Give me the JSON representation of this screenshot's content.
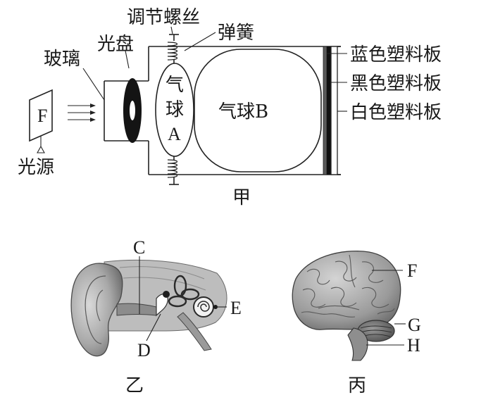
{
  "figure_a": {
    "label": "甲",
    "parts": {
      "adjust_screw": "调节螺丝",
      "spring": "弹簧",
      "glass": "玻璃",
      "disc": "光盘",
      "light_source": "光源",
      "light_letter": "F",
      "balloon_a_char1": "气",
      "balloon_a_char2": "球",
      "balloon_a_char3": "A",
      "balloon_b": "气球B",
      "blue_plate": "蓝色塑料板",
      "black_plate": "黑色塑料板",
      "white_plate": "白色塑料板"
    }
  },
  "figure_b": {
    "label": "乙",
    "markers": {
      "c": "C",
      "d": "D",
      "e": "E"
    }
  },
  "figure_c": {
    "label": "丙",
    "markers": {
      "f": "F",
      "g": "G",
      "h": "H"
    }
  }
}
